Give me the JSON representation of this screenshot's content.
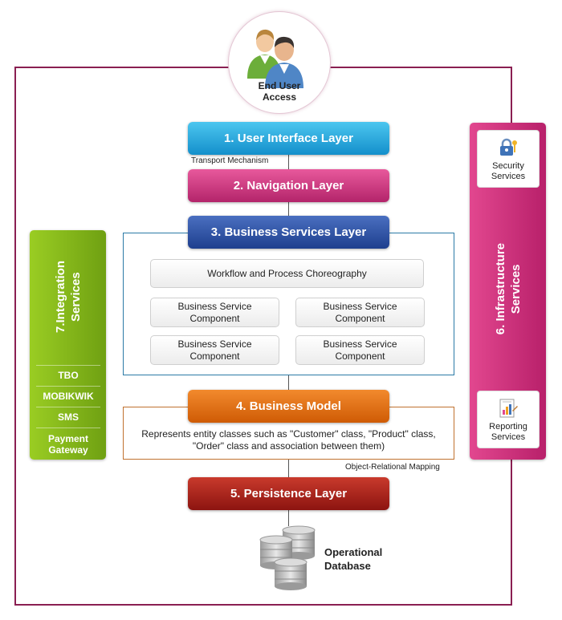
{
  "end_user": {
    "label_line1": "End User",
    "label_line2": "Access"
  },
  "layers": [
    {
      "label": "1. User Interface Layer",
      "color": "#1e9fd8"
    },
    {
      "label": "2. Navigation Layer",
      "color": "#c93079"
    },
    {
      "label": "3. Business Services Layer",
      "color": "#2a4f9f"
    },
    {
      "label": "4. Business Model",
      "color": "#e06f12"
    },
    {
      "label": "5. Persistence Layer",
      "color": "#a61e15"
    }
  ],
  "connectors": {
    "transport": "Transport Mechanism",
    "orm": "Object-Relational Mapping"
  },
  "business_services": {
    "workflow": "Workflow and Process Choreography",
    "components": [
      {
        "line1": "Business Service",
        "line2": "Component"
      },
      {
        "line1": "Business Service",
        "line2": "Component"
      },
      {
        "line1": "Business Service",
        "line2": "Component"
      },
      {
        "line1": "Business Service",
        "line2": "Component"
      }
    ]
  },
  "business_model": {
    "line1": "Represents entity classes such as  \"Customer\" class, \"Product\" class,",
    "line2": "\"Order\" class and association between them)"
  },
  "integration": {
    "title_line1": "7.Integration",
    "title_line2": "Services",
    "items": [
      "TBO",
      "MOBIKWIK",
      "SMS"
    ],
    "payment_line1": "Payment",
    "payment_line2": "Gateway",
    "color": "#86b81c"
  },
  "infrastructure": {
    "title_line1": "6. Infrastructure",
    "title_line2": "Services",
    "security": {
      "line1": "Security",
      "line2": "Services",
      "icon": "lock-key-icon"
    },
    "reporting": {
      "line1": "Reporting",
      "line2": "Services",
      "icon": "report-chart-icon"
    },
    "color": "#cf3380"
  },
  "database": {
    "line1": "Operational",
    "line2": "Database",
    "icon": "database-icon"
  },
  "frame_color": "#8a1f52"
}
